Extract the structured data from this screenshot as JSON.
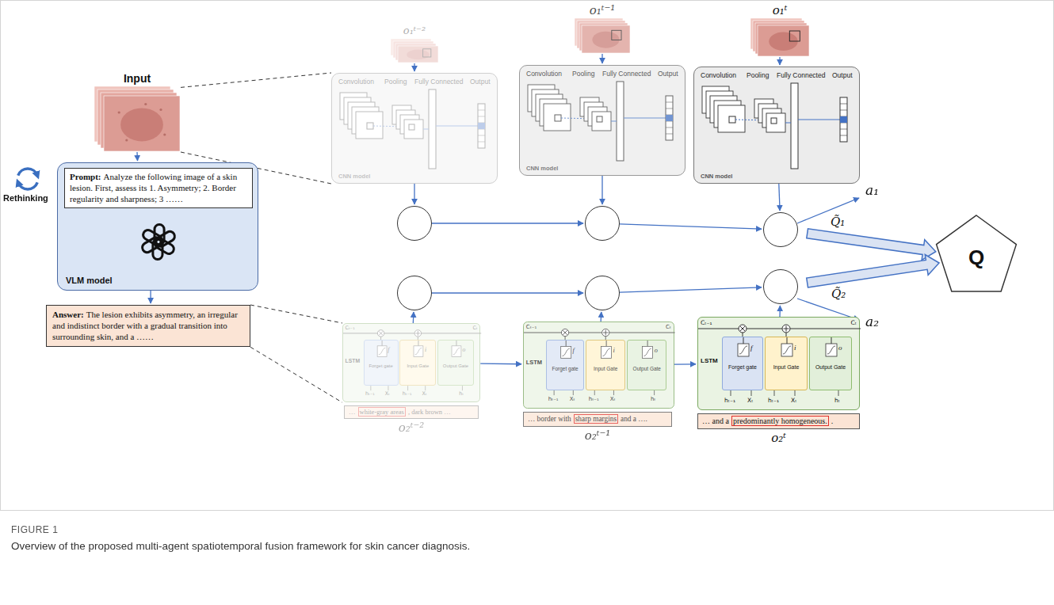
{
  "diagram": {
    "caption": "Overview of the proposed multi-agent spatiotemporal fusion framework for skin cancer diagnosis.",
    "nodes": [
      {
        "text": [
          "Input"
        ]
      },
      {
        "text": [
          "VLM model"
        ]
      },
      {
        "text": [
          "Prompt:",
          "Analyze the following image of a skin lesion. First, assess its 1. Asymmetry; 2. Border regularity and sharpness; 3 ……"
        ],
        "in": 1
      },
      {
        "text": [
          "Answer:",
          "The lesion exhibits asymmetry, an irregular and indistinct border with a gradual transition into surrounding skin, and a ……"
        ]
      },
      {
        "text": [
          "o₁ᵗ⁻²"
        ]
      },
      {
        "text": [
          "Convolution",
          "Pooling",
          "Fully Connected",
          "Output",
          "CNN model"
        ]
      },
      {
        "text": [
          "o₁ᵗ⁻¹"
        ]
      },
      {
        "text": [
          "Convolution",
          "Pooling",
          "Fully Connected",
          "Output",
          "CNN model"
        ]
      },
      {
        "text": [
          "o₁ᵗ"
        ]
      },
      {
        "text": [
          "Convolution",
          "Pooling",
          "Fully Connected",
          "Output",
          "CNN model"
        ]
      },
      {
        "text": []
      },
      {
        "text": []
      },
      {
        "text": []
      },
      {
        "text": [
          "Q"
        ]
      },
      {
        "text": []
      },
      {
        "text": []
      },
      {
        "text": []
      },
      {
        "text": [
          "Cₜ₋₁",
          "Cₜ",
          "LSTM",
          "hₜ₋₁",
          "Xₜ",
          "hₜ₋₁",
          "Xₜ",
          "hₜ"
        ]
      },
      {
        "text": [
          "f",
          "Forget gate"
        ],
        "in": 17
      },
      {
        "text": [
          "i",
          "Input Gate"
        ],
        "in": 17
      },
      {
        "text": [
          "o",
          "Output Gate"
        ],
        "in": 17
      },
      {
        "text": [
          "Cₜ₋₁",
          "Cₜ",
          "LSTM",
          "hₜ₋₁",
          "Xₜ",
          "hₜ₋₁",
          "Xₜ",
          "hₜ"
        ]
      },
      {
        "text": [
          "f",
          "Forget gate"
        ],
        "in": 21
      },
      {
        "text": [
          "i",
          "Input Gate"
        ],
        "in": 21
      },
      {
        "text": [
          "o",
          "Output Gate"
        ],
        "in": 21
      },
      {
        "text": [
          "Cₜ₋₁",
          "Cₜ",
          "LSTM",
          "hₜ₋₁",
          "Xₜ",
          "hₜ₋₁",
          "Xₜ",
          "hₜ"
        ]
      },
      {
        "text": [
          "f",
          "Forget gate"
        ],
        "in": 25
      },
      {
        "text": [
          "i",
          "Input Gate"
        ],
        "in": 25
      },
      {
        "text": [
          "o",
          "Output Gate"
        ],
        "in": 25
      },
      {
        "text": [
          "…",
          "white-gray areas",
          ", dark brown …",
          "o₂ᵗ⁻²"
        ]
      },
      {
        "text": [
          "… border with",
          "sharp margins",
          "and a ….",
          "o₂ᵗ⁻¹"
        ]
      },
      {
        "text": [
          "… and a",
          "predominantly homogeneous.",
          ".",
          "o₂ᵗ"
        ]
      }
    ],
    "edges": [
      {
        "from": 0,
        "to": 1,
        "arrow": "to"
      },
      {
        "from": 1,
        "to": 3,
        "arrow": "to"
      },
      {
        "from": 0,
        "to": 5,
        "arrow": "none"
      },
      {
        "from": 0,
        "to": 5,
        "arrow": "none"
      },
      {
        "from": 4,
        "to": 5,
        "arrow": "to"
      },
      {
        "from": 6,
        "to": 7,
        "arrow": "to"
      },
      {
        "from": 8,
        "to": 9,
        "arrow": "to"
      },
      {
        "from": 5,
        "to": 10,
        "arrow": "to"
      },
      {
        "from": 7,
        "to": 11,
        "arrow": "to"
      },
      {
        "from": 9,
        "to": 12,
        "arrow": "to"
      },
      {
        "from": 10,
        "to": 11,
        "arrow": "to"
      },
      {
        "from": 11,
        "to": 12,
        "arrow": "to"
      },
      {
        "from": 12,
        "to": 13,
        "arrow": "to",
        "label": "Q̃₁"
      },
      {
        "from": 16,
        "to": 13,
        "arrow": "to",
        "label": "Q̃₂"
      },
      {
        "from": 3,
        "to": 17,
        "arrow": "none"
      },
      {
        "from": 3,
        "to": 17,
        "arrow": "none"
      },
      {
        "from": 17,
        "to": 21,
        "arrow": "to"
      },
      {
        "from": 21,
        "to": 25,
        "arrow": "to"
      },
      {
        "from": 17,
        "to": 14,
        "arrow": "to"
      },
      {
        "from": 21,
        "to": 15,
        "arrow": "to"
      },
      {
        "from": 25,
        "to": 16,
        "arrow": "to"
      },
      {
        "from": 14,
        "to": 15,
        "arrow": "to"
      },
      {
        "from": 15,
        "to": 16,
        "arrow": "to"
      }
    ],
    "labels": [
      "Rethinking",
      "a₁",
      "a₂",
      "FIGURE 1"
    ]
  }
}
